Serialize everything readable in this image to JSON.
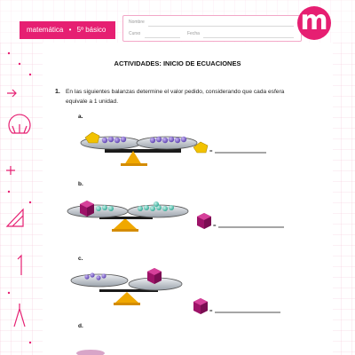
{
  "header": {
    "subject": "matemática",
    "separator": "•",
    "grade": "5º básico",
    "name_label": "Nombre",
    "course_label": "Curso",
    "date_label": "Fecha",
    "logo_letter": "m"
  },
  "title": "ACTIVIDADES: INICIO DE ECUACIONES",
  "question": {
    "number": "1.",
    "instruction": "En las siguientes balanzas determine el valor pedido, considerando que cada esfera equivale a 1 unidad."
  },
  "items": [
    {
      "letter": "a.",
      "answer_symbol": "="
    },
    {
      "letter": "b.",
      "answer_symbol": "="
    },
    {
      "letter": "c.",
      "answer_symbol": "="
    },
    {
      "letter": "d."
    }
  ],
  "colors": {
    "brand": "#e61f72",
    "grid": "#f6c4d8",
    "scale_gold": "#f0a800",
    "sphere_purple": "#7b5cc4",
    "sphere_teal": "#58c8b4",
    "pentagon_yellow": "#f2c200",
    "cube_magenta": "#b4157a"
  }
}
